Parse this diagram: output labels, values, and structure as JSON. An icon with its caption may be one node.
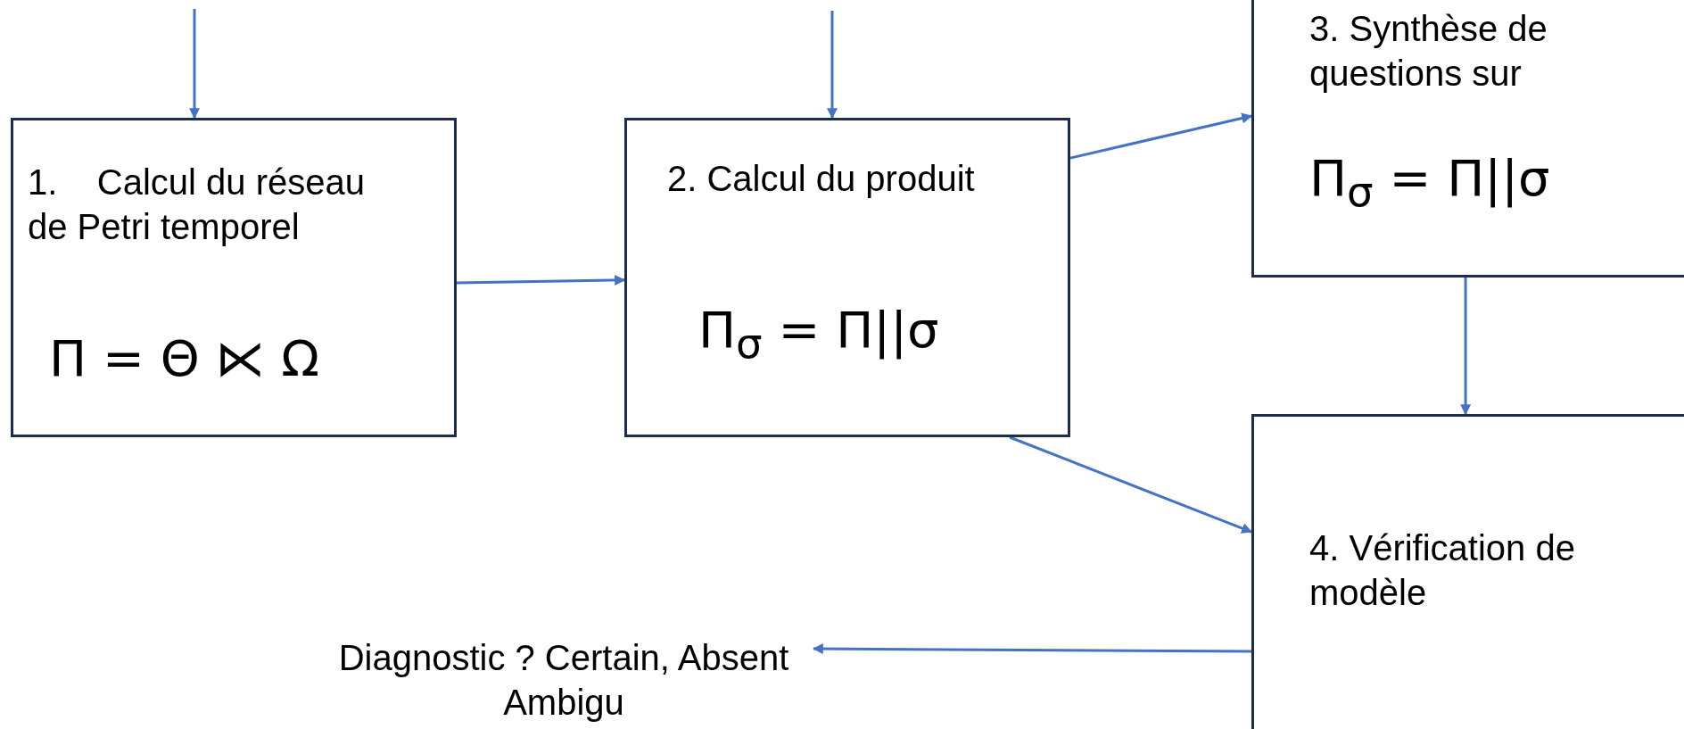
{
  "diagram": {
    "nodes": [
      {
        "text": [
          "1.    Calcul du réseau de Petri temporel",
          "Π = Θ ⋉ Ω"
        ]
      },
      {
        "text": [
          "2. Calcul du produit",
          "Π$_{σ}$ = Π||σ"
        ]
      },
      {
        "text": [
          "3. Synthèse de questions sur",
          "Π$_{σ}$ = Π||σ"
        ]
      },
      {
        "text": [
          "4. Vérification de modèle"
        ]
      },
      {
        "text": [
          "Diagnostic ? Certain, Absent Ambigu"
        ]
      }
    ],
    "edges": [
      {
        "from": null,
        "to": 0,
        "arrow": "to"
      },
      {
        "from": null,
        "to": 1,
        "arrow": "to"
      },
      {
        "from": 0,
        "to": 1,
        "arrow": "to"
      },
      {
        "from": 1,
        "to": 2,
        "arrow": "to"
      },
      {
        "from": 2,
        "to": 3,
        "arrow": "to"
      },
      {
        "from": 1,
        "to": 3,
        "arrow": "to"
      },
      {
        "from": 3,
        "to": 4,
        "arrow": "to"
      }
    ]
  }
}
